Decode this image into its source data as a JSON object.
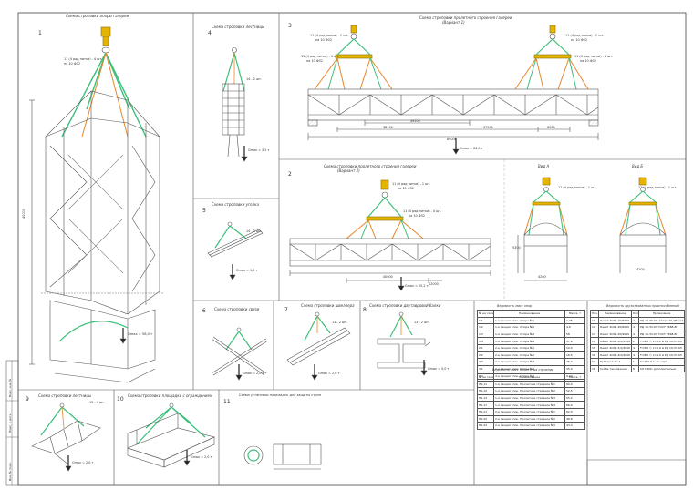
{
  "drawing": {
    "views": {
      "v1": {
        "num": "1",
        "title": "Схема строповки опоры галереи"
      },
      "v3": {
        "num": "3",
        "title": "Схема строповки пролетного строения галереи",
        "subtitle": "(Вариант 1)"
      },
      "v2": {
        "num": "2",
        "title": "Схема строповки пролетного строения галереи",
        "subtitle": "(Вариант 2)"
      },
      "v4": {
        "num": "4",
        "title": "Схема строповки лестницы"
      },
      "v5": {
        "num": "5",
        "title": "Схема строповки уголка"
      },
      "v6": {
        "num": "6",
        "title": "Схема строповки связи"
      },
      "v7": {
        "num": "7",
        "title": "Схема строповки швеллера"
      },
      "v8": {
        "num": "8",
        "title": "Схема строповки двутавровой балки"
      },
      "v9": {
        "num": "9",
        "title": "Схема строповки лестницы"
      },
      "v10": {
        "num": "10",
        "title": "Схема строповки площадки с ограждением"
      },
      "v11": {
        "num": "11",
        "title": "Схема установки подкладок для защиты строп"
      },
      "vA": {
        "title": "Вид А"
      },
      "vB": {
        "title": "Вид Б"
      }
    },
    "weights": {
      "v1": "Gmax = 58,0 т",
      "v3": "Gmax = 66,0 т",
      "v2": "Gmax = 55,2 т",
      "v4": "Gmax = 3,2 т",
      "v5": "Gmax = 1,5 т",
      "v6": "Gmax = 2,0 т",
      "v7": "Gmax = 2,0 т",
      "v8": "Gmax = 5,0 т",
      "v9": "Gmax = 2,0 т",
      "v10": "Gmax = 2,0 т"
    },
    "labels": {
      "sling1": "11 (4 ряд нитки) - 1 шт.",
      "sling1b": "на 10 Ф32",
      "sling2": "11 (4 ряд нитки) - 4 шт.",
      "sling2b": "на 10 Ф32",
      "sling3": "15 - 4 шт.",
      "sling4": "13 - 2 шт.",
      "sling5": "14 - 2 шт."
    },
    "dims": {
      "v3_span": "89000",
      "v3_left": "38100",
      "v3_right": "37500",
      "v3_end": "6000",
      "v3_mid": "49200",
      "v2_a": "40000",
      "v2_b": "12000",
      "v1_h": "40000",
      "vA_w": "4200",
      "vA_h": "5300",
      "vB_w": "4200"
    },
    "table1": {
      "caption": "Ведомость масс опор",
      "headers": [
        "№ на схеме",
        "Наименование",
        "Масса, т"
      ],
      "rows": [
        [
          "1.1",
          "1-я секция блок. Опора №1",
          "1,45"
        ],
        [
          "1.2",
          "1-я секция блок. Опора №2",
          "4,6"
        ],
        [
          "1.3",
          "1-я секция блок. Опора №3",
          "58"
        ],
        [
          "1.4",
          "1-я секция блок. Опора №4",
          "17,6"
        ],
        [
          "2.1",
          "2-я секция блок. Опора №1",
          "10,4"
        ],
        [
          "2.2",
          "2-я секция блок. Опора №2",
          "16,5"
        ],
        [
          "2.3",
          "2-я секция блок. Опора №3",
          "26,0"
        ],
        [
          "3.1",
          "3-я секция блок. Опора №1",
          "35,0"
        ],
        [
          "3.2",
          "3-я секция блок. Опора №2",
          "9,20"
        ]
      ]
    },
    "table2": {
      "caption": "Ведомость масс пролетных строений",
      "headers": [
        "№ на схеме",
        "Наименование",
        "Масса, т"
      ],
      "rows": [
        [
          "П1-11",
          "1-я секция блок. Пролетное строение №1",
          "60,0"
        ],
        [
          "П1-12",
          "1-я секция блок. Пролетное строение №2",
          "52,5"
        ],
        [
          "П1-13",
          "1-я секция блок. Пролетное строение №3",
          "55,2"
        ],
        [
          "П1-17",
          "1-я секция блок. Пролетное строение №4",
          "66,0"
        ],
        [
          "П1-21",
          "2-я секция блок. Пролетное строение №1",
          "62,0"
        ],
        [
          "П1-22",
          "2-я секция блок. Пролетное строение №2",
          "48,8"
        ],
        [
          "П1-23",
          "2-я секция блок. Пролетное строение №3",
          "44,3"
        ]
      ]
    },
    "table3": {
      "caption": "Ведомость грузозахватных приспособлений",
      "headers": [
        "Поз.",
        "Наименование",
        "Кол.",
        "Примечание"
      ],
      "rows": [
        [
          "11",
          "Канат 4СК1-20/6000",
          "4",
          "РД 10-33-93; Сплит 20 4Н к=1,95 в петлю"
        ],
        [
          "12",
          "Канат 4СК1-20/6000",
          "4",
          "РД 10-33-93 ГОСТ 2688-80"
        ],
        [
          "13",
          "Канат 4СК1-20/9000",
          "4",
          "РД 10-33-93 ГОСТ 7668-80"
        ],
        [
          "14",
          "Канат 4СК1-8,0/5000",
          "2",
          "Т=8,0 т; L=5,0 м РД 10-33-93"
        ],
        [
          "15",
          "Канат 4СК1-5,0/3000",
          "4",
          "Т=5,0 т; L=3,0 м РД 10-33-93"
        ],
        [
          "16",
          "Канат 2СК1-8,0/4000",
          "4",
          "Т=8,0 т; L=4,0 м РД 10-33-93"
        ],
        [
          "17",
          "Траверса ТС-1",
          "1",
          "Г=100,0 т; по черт."
        ],
        [
          "18",
          "Скоба такелажная",
          "8",
          "СК 8400; дополнительно"
        ]
      ]
    },
    "stamp": {
      "label1": "Инв. № подл.",
      "label2": "Подп. и дата",
      "label3": "Взам. инв. №"
    }
  }
}
